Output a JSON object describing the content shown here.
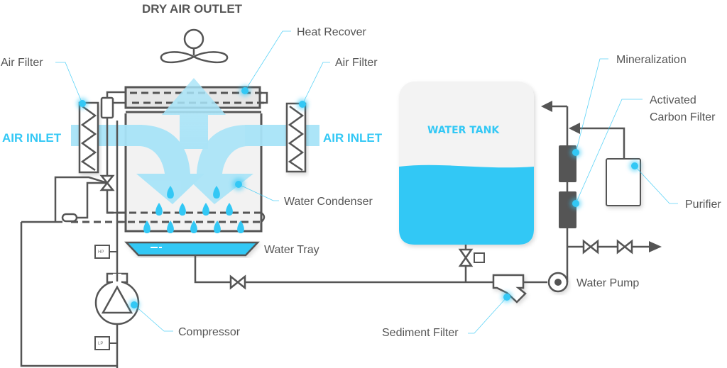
{
  "title": "DRY AIR OUTLET",
  "labels": {
    "heat_recover": "Heat Recover",
    "air_filter_left": "Air Filter",
    "air_filter_right": "Air Filter",
    "air_inlet_left": "AIR INLET",
    "air_inlet_right": "AIR INLET",
    "water_condenser": "Water Condenser",
    "water_tray": "Water Tray",
    "compressor": "Compressor",
    "hp_gauge": "HP",
    "lp_gauge": "LP",
    "water_tank": "WATER TANK",
    "mineralization": "Mineralization",
    "activated_line1": "Activated",
    "activated_line2": "Carbon Filter",
    "purifier": "Purifier",
    "water_pump": "Water Pump",
    "sediment_filter": "Sediment Filter"
  },
  "colors": {
    "accent": "#33c8f5",
    "airflow": "#a8e4f8",
    "line": "#555555",
    "panel": "#f2f2f2"
  }
}
